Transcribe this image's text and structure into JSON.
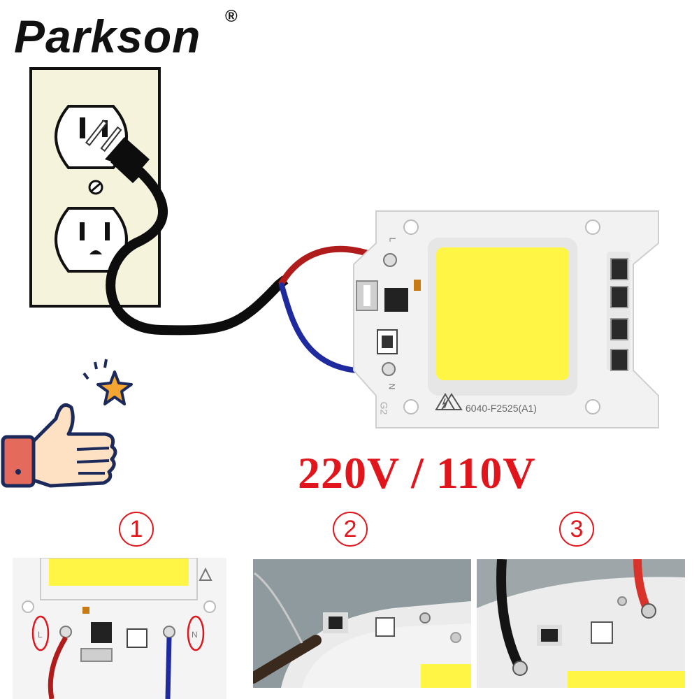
{
  "brand": {
    "name": "Parkson",
    "registered": "®"
  },
  "voltage_label": "220V / 110V",
  "module": {
    "model_code": "6040-F2525(A1)",
    "terminal_live": "L",
    "terminal_neutral": "N",
    "marking": "G2"
  },
  "steps": [
    {
      "number": "1"
    },
    {
      "number": "2"
    },
    {
      "number": "3"
    }
  ],
  "colors": {
    "brand_text": "#111111",
    "accent_red": "#e0161c",
    "wire_live": "#b01c1c",
    "wire_neutral": "#1e2a9e",
    "led_yellow": "#fff545",
    "outlet_bg": "#f6f3dd"
  },
  "icons": [
    "power-outlet-icon",
    "plug-icon",
    "thumbs-up-icon",
    "star-icon",
    "warning-icon"
  ]
}
